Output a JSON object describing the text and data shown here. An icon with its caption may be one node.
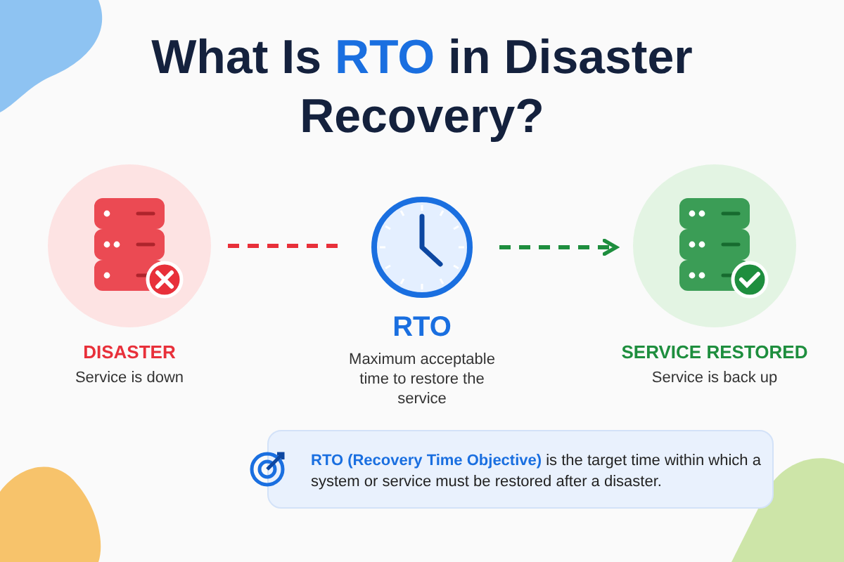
{
  "diagram": {
    "title": "What Is **RTO** in Disaster Recovery?",
    "nodes": [
      {
        "text": [
          "DISASTER",
          "Service is down"
        ]
      },
      {
        "text": [
          "RTO",
          "Maximum acceptable time to restore the service"
        ]
      },
      {
        "text": [
          "SERVICE RESTORED",
          "Service is back up"
        ]
      }
    ],
    "edges": [
      {
        "from": 0,
        "to": 1,
        "arrow": "none",
        "style": "dashed",
        "color": "#e8303a"
      },
      {
        "from": 1,
        "to": 2,
        "arrow": "to",
        "style": "dashed",
        "color": "#1e8e3e"
      }
    ],
    "labels": [
      "**RTO (Recovery Time Objective)** is the target time within which a system or service must be restored after a disaster."
    ]
  }
}
